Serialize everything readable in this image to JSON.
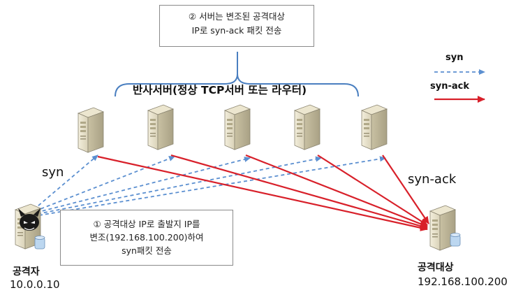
{
  "callout_top": {
    "line1": "② 서버는 변조된 공격대상",
    "line2": "IP로 syn-ack 패킷 전송"
  },
  "callout_bottom": {
    "line1": "① 공격대상 IP로 출발지 IP를",
    "line2": "변조(192.168.100.200)하여",
    "line3": "syn패킷 전송"
  },
  "group_label": "반사서버(정상 TCP서버 또는 라우터)",
  "legend": {
    "syn": "syn",
    "syn_ack": "syn-ack"
  },
  "arrow_labels": {
    "syn": "syn",
    "syn_ack": "syn-ack"
  },
  "attacker": {
    "name": "공격자",
    "ip": "10.0.0.10"
  },
  "target": {
    "name": "공격대상",
    "ip": "192.168.100.200"
  },
  "colors": {
    "syn": "#5b8fd0",
    "syn_ack": "#d8202a",
    "bracket": "#4a7fc0"
  }
}
